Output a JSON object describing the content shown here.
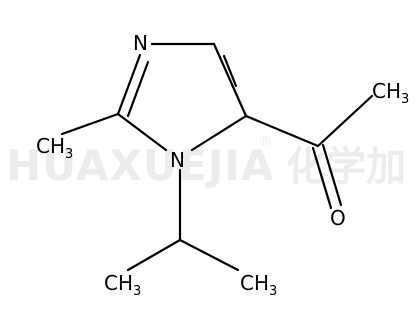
{
  "watermark": {
    "latin": "HUAXUEJIA",
    "registered": "®",
    "cjk": "化学加"
  },
  "atoms": {
    "n_ring_top": "N",
    "n_ring_bottom": "N",
    "o_carbonyl": "O",
    "ch3_left": {
      "main": "CH",
      "sub": "3"
    },
    "ch3_acetyl": {
      "main": "CH",
      "sub": "3"
    },
    "ch3_isopropyl_left": {
      "main": "CH",
      "sub": "3"
    },
    "ch3_isopropyl_right": {
      "main": "CH",
      "sub": "3"
    }
  }
}
